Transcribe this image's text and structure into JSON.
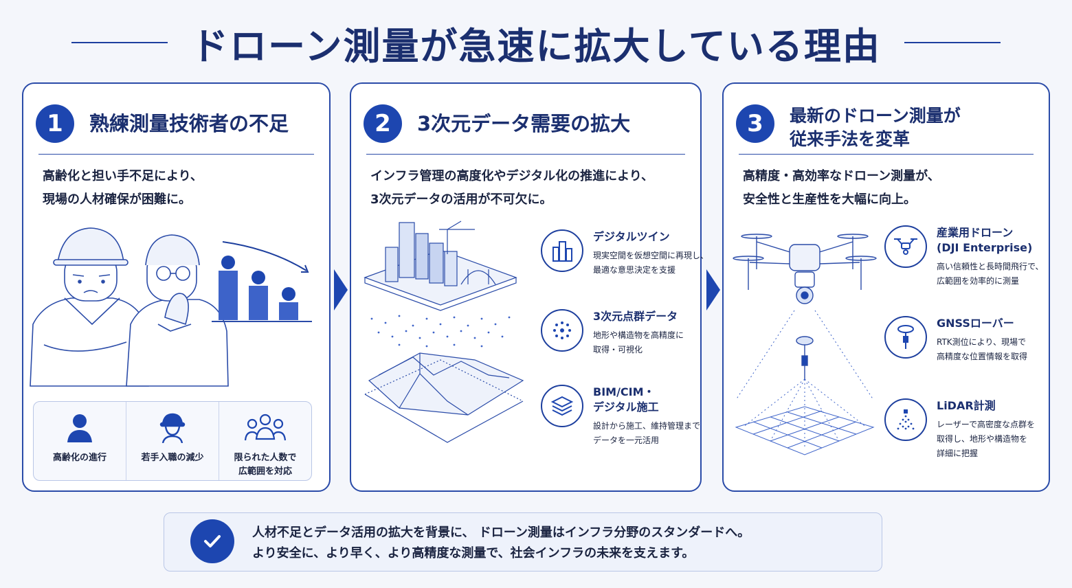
{
  "title": "ドローン測量が急速に拡大している理由",
  "panels": [
    {
      "number": "1",
      "title_lines": [
        "熟練測量技術者の不足"
      ],
      "desc_lines": [
        "高齢化と担い手不足により、",
        "現場の人材確保が困難に。"
      ],
      "stats": [
        {
          "icon": "person-icon",
          "label_lines": [
            "高齢化の進行"
          ]
        },
        {
          "icon": "worker-helmet-icon",
          "label_lines": [
            "若手入職の減少"
          ]
        },
        {
          "icon": "group-icon",
          "label_lines": [
            "限られた人数で",
            "広範囲を対応"
          ]
        }
      ]
    },
    {
      "number": "2",
      "title_lines": [
        "3次元データ需要の拡大"
      ],
      "desc_lines": [
        "インフラ管理の高度化やデジタル化の推進により、",
        "3次元データの活用が不可欠に。"
      ],
      "features": [
        {
          "icon": "buildings-icon",
          "title_lines": [
            "デジタルツイン"
          ],
          "desc_lines": [
            "現実空間を仮想空間に再現し、",
            "最適な意思決定を支援"
          ]
        },
        {
          "icon": "point-cloud-icon",
          "title_lines": [
            "3次元点群データ"
          ],
          "desc_lines": [
            "地形や構造物を高精度に",
            "取得・可視化"
          ]
        },
        {
          "icon": "layers-icon",
          "title_lines": [
            "BIM/CIM・",
            "デジタル施工"
          ],
          "desc_lines": [
            "設計から施工、維持管理まで",
            "データを一元活用"
          ]
        }
      ]
    },
    {
      "number": "3",
      "title_lines": [
        "最新のドローン測量が",
        "従来手法を変革"
      ],
      "desc_lines": [
        "高精度・高効率なドローン測量が、",
        "安全性と生産性を大幅に向上。"
      ],
      "features": [
        {
          "icon": "drone-icon",
          "title_lines": [
            "産業用ドローン",
            "(DJI Enterprise)"
          ],
          "desc_lines": [
            "高い信頼性と長時間飛行で、",
            "広範囲を効率的に測量"
          ]
        },
        {
          "icon": "gnss-rover-icon",
          "title_lines": [
            "GNSSローバー"
          ],
          "desc_lines": [
            "RTK測位により、現場で",
            "高精度な位置情報を取得"
          ]
        },
        {
          "icon": "lidar-icon",
          "title_lines": [
            "LiDAR計測"
          ],
          "desc_lines": [
            "レーザーで高密度な点群を",
            "取得し、地形や構造物を",
            "詳細に把握"
          ]
        }
      ]
    }
  ],
  "summary_lines": [
    "人材不足とデータ活用の拡大を背景に、 ドローン測量はインフラ分野のスタンダードへ。",
    "より安全に、より早く、より高精度な測量で、社会インフラの未来を支えます。"
  ],
  "colors": {
    "accent": "#1d46b0",
    "title": "#1b2f6f",
    "border": "#2a4ba8"
  }
}
